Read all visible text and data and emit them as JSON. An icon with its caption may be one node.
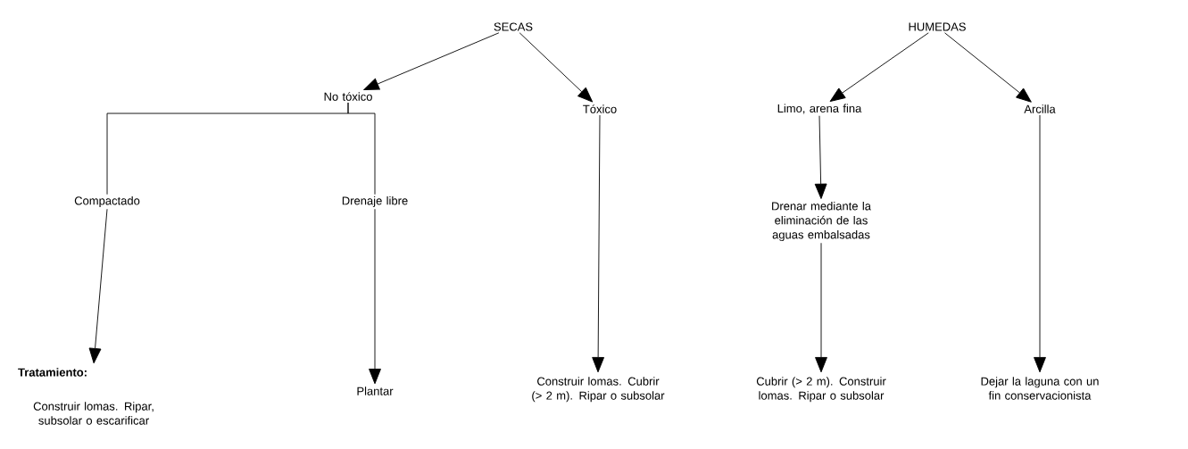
{
  "diagram": {
    "nodes": [
      {
        "text": [
          "SECAS"
        ]
      },
      {
        "text": [
          "No tóxico"
        ]
      },
      {
        "text": [
          "Tóxico"
        ]
      },
      {
        "text": [
          "Compactado"
        ]
      },
      {
        "text": [
          "Drenaje libre"
        ]
      },
      {
        "text": [
          "Tratamiento:",
          "Construir lomas. Ripar, subsolar o escarificar"
        ]
      },
      {
        "text": [
          "Plantar"
        ]
      },
      {
        "text": [
          "Construir lomas. Cubrir (> 2 m). Ripar o subsolar"
        ]
      },
      {
        "text": [
          "HUMEDAS"
        ]
      },
      {
        "text": [
          "Limo, arena fina"
        ]
      },
      {
        "text": [
          "Arcilla"
        ]
      },
      {
        "text": [
          "Drenar mediante la eliminación de las aguas embalsadas"
        ]
      },
      {
        "text": [
          "Cubrir (> 2 m). Construir lomas. Ripar o subsolar"
        ]
      },
      {
        "text": [
          "Dejar la laguna con un fin conservacionista"
        ]
      }
    ],
    "edges": [
      {
        "from": 0,
        "to": 1,
        "arrow": "to"
      },
      {
        "from": 0,
        "to": 2,
        "arrow": "to"
      },
      {
        "from": 1,
        "to": 3,
        "arrow": "none"
      },
      {
        "from": 1,
        "to": 4,
        "arrow": "none"
      },
      {
        "from": 3,
        "to": 5,
        "arrow": "to"
      },
      {
        "from": 4,
        "to": 6,
        "arrow": "to"
      },
      {
        "from": 2,
        "to": 7,
        "arrow": "to"
      },
      {
        "from": 8,
        "to": 9,
        "arrow": "to"
      },
      {
        "from": 8,
        "to": 10,
        "arrow": "to"
      },
      {
        "from": 9,
        "to": 11,
        "arrow": "to"
      },
      {
        "from": 11,
        "to": 12,
        "arrow": "to"
      },
      {
        "from": 10,
        "to": 13,
        "arrow": "to"
      }
    ]
  }
}
